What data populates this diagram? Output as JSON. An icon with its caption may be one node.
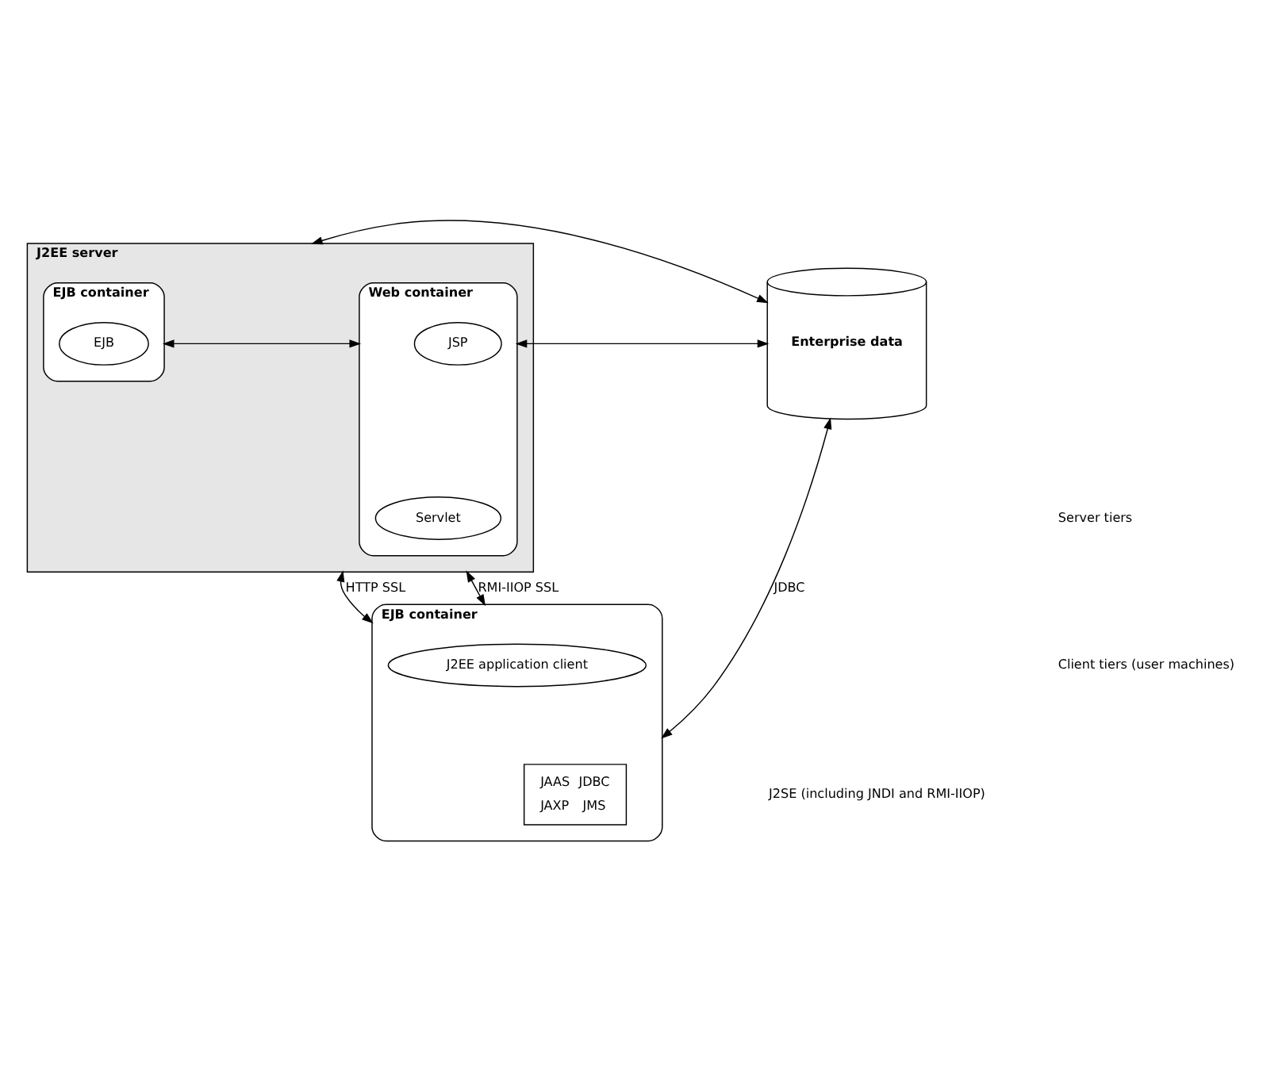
{
  "diagram": {
    "nodes": [
      {
        "text": [
          "J2EE server"
        ]
      },
      {
        "text": [
          "Web container"
        ],
        "in": 0
      },
      {
        "text": [
          "JSP"
        ],
        "in": 1
      },
      {
        "text": [
          "Servlet"
        ],
        "in": 1
      },
      {
        "text": [
          "EJB container"
        ],
        "in": 0
      },
      {
        "text": [
          "EJB"
        ],
        "in": 4
      },
      {
        "text": [
          "Enterprise data"
        ]
      },
      {
        "text": [
          "EJB container"
        ]
      },
      {
        "text": [
          "J2EE application client"
        ],
        "in": 7
      },
      {
        "text": [
          "JAAS",
          "JDBC",
          "JAXP",
          "JMS"
        ],
        "in": 7
      }
    ],
    "edges": [
      {
        "from": 1,
        "to": 6,
        "arrow": "both"
      },
      {
        "from": 1,
        "to": 4,
        "arrow": "both"
      },
      {
        "from": 0,
        "to": 6,
        "arrow": "both"
      },
      {
        "from": 0,
        "to": 7,
        "label": "HTTP SSL",
        "arrow": "both"
      },
      {
        "from": 0,
        "to": 7,
        "label": "RMI-IIOP SSL",
        "arrow": "both"
      },
      {
        "from": 7,
        "to": 6,
        "label": "JDBC",
        "arrow": "both"
      }
    ],
    "labels": [
      "Server tiers",
      "Client tiers (user machines)",
      "J2SE (including JNDI and RMI-IIOP)"
    ]
  }
}
